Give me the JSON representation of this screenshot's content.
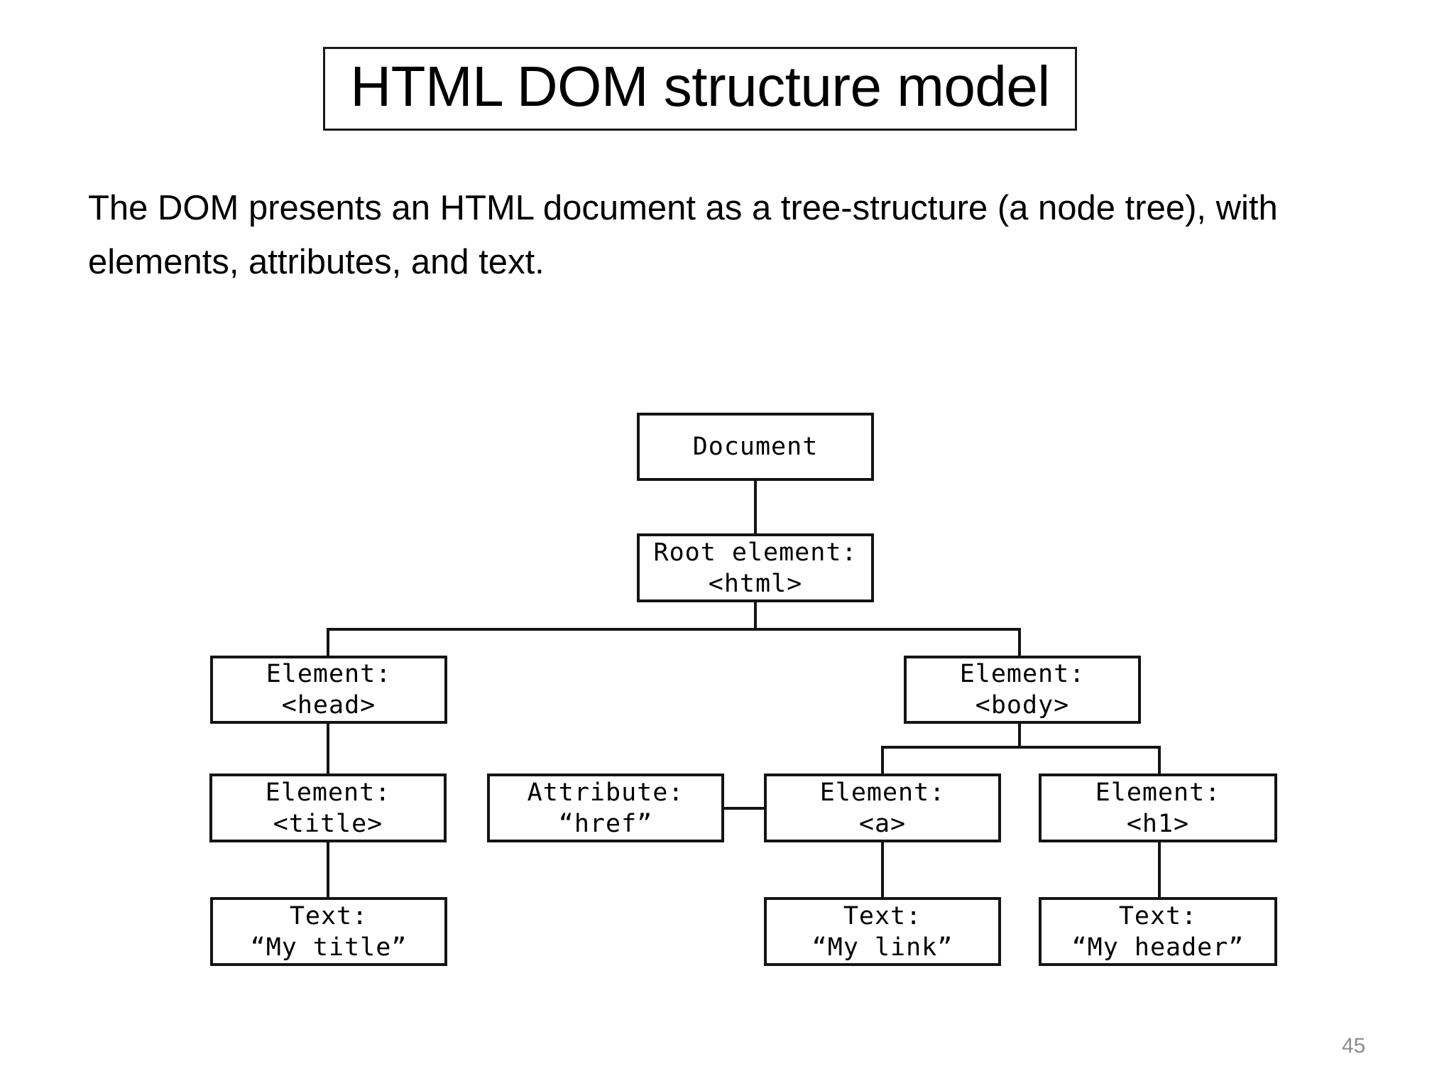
{
  "slide": {
    "title": "HTML DOM structure model",
    "body_paragraph": "The DOM presents an HTML document as a tree-structure (a node tree), with elements, attributes, and text.",
    "page_number": "45",
    "colors": {
      "background": "#ffffff",
      "text": "#000000",
      "border": "#141414",
      "page_number": "#8c8c8c"
    }
  },
  "diagram": {
    "type": "tree",
    "nodes": [
      {
        "id": "document",
        "line1": "Document",
        "line2": ""
      },
      {
        "id": "root",
        "line1": "Root element:",
        "line2": "<html>"
      },
      {
        "id": "head",
        "line1": "Element:",
        "line2": "<head>"
      },
      {
        "id": "body",
        "line1": "Element:",
        "line2": "<body>"
      },
      {
        "id": "title",
        "line1": "Element:",
        "line2": "<title>"
      },
      {
        "id": "attribute",
        "line1": "Attribute:",
        "line2": "“href”"
      },
      {
        "id": "anchor",
        "line1": "Element:",
        "line2": "<a>"
      },
      {
        "id": "h1",
        "line1": "Element:",
        "line2": "<h1>"
      },
      {
        "id": "text-title",
        "line1": "Text:",
        "line2": "“My title”"
      },
      {
        "id": "text-link",
        "line1": "Text:",
        "line2": "“My link”"
      },
      {
        "id": "text-head",
        "line1": "Text:",
        "line2": "“My header”"
      }
    ],
    "edges": [
      {
        "from": "document",
        "to": "root"
      },
      {
        "from": "root",
        "to": "head"
      },
      {
        "from": "root",
        "to": "body"
      },
      {
        "from": "head",
        "to": "title"
      },
      {
        "from": "body",
        "to": "anchor"
      },
      {
        "from": "body",
        "to": "h1"
      },
      {
        "from": "attribute",
        "to": "anchor"
      },
      {
        "from": "title",
        "to": "text-title"
      },
      {
        "from": "anchor",
        "to": "text-link"
      },
      {
        "from": "h1",
        "to": "text-head"
      }
    ]
  }
}
